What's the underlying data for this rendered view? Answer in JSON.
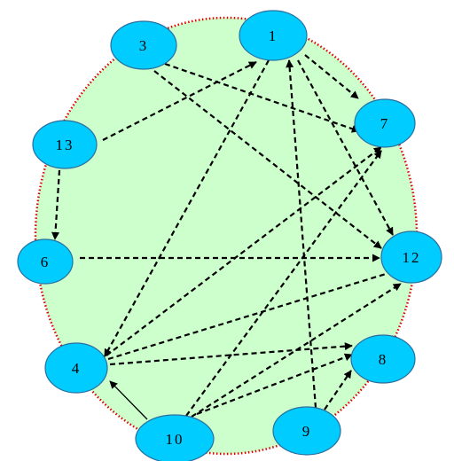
{
  "colors": {
    "background": "#ffffff",
    "region_fill": "#ccffcc",
    "region_border": "#e00000",
    "node_fill": "#00ccff",
    "node_stroke": "#2a6f9f",
    "edge": "#000000"
  },
  "nodes": [
    {
      "id": "1",
      "label": "1"
    },
    {
      "id": "3",
      "label": "3"
    },
    {
      "id": "7",
      "label": "7"
    },
    {
      "id": "13",
      "label": "13"
    },
    {
      "id": "6",
      "label": "6"
    },
    {
      "id": "12",
      "label": "12"
    },
    {
      "id": "4",
      "label": "4"
    },
    {
      "id": "8",
      "label": "8"
    },
    {
      "id": "10",
      "label": "10"
    },
    {
      "id": "9",
      "label": "9"
    }
  ],
  "edges": [
    {
      "from": "13",
      "to": "1",
      "style": "dashed"
    },
    {
      "from": "13",
      "to": "6",
      "style": "dashed"
    },
    {
      "from": "3",
      "to": "7",
      "style": "dashed"
    },
    {
      "from": "3",
      "to": "12",
      "style": "dashed"
    },
    {
      "from": "1",
      "to": "7",
      "style": "dashed"
    },
    {
      "from": "1",
      "to": "12",
      "style": "dashed"
    },
    {
      "from": "1",
      "to": "4",
      "style": "dashed"
    },
    {
      "from": "6",
      "to": "12",
      "style": "dashed"
    },
    {
      "from": "4",
      "to": "7",
      "style": "dashed"
    },
    {
      "from": "4",
      "to": "12",
      "style": "dashed"
    },
    {
      "from": "4",
      "to": "8",
      "style": "dashed"
    },
    {
      "from": "10",
      "to": "4",
      "style": "solid"
    },
    {
      "from": "10",
      "to": "7",
      "style": "dashed"
    },
    {
      "from": "10",
      "to": "12",
      "style": "dashed"
    },
    {
      "from": "10",
      "to": "8",
      "style": "dashed"
    },
    {
      "from": "9",
      "to": "1",
      "style": "dashed"
    },
    {
      "from": "9",
      "to": "8",
      "style": "dashed"
    }
  ]
}
